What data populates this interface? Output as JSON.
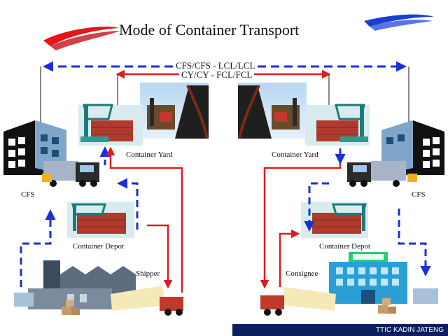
{
  "title": "Mode of Container Transport",
  "routes": {
    "outer": "CFS/CFS - LCL/LCL",
    "inner": "CY/CY - FCL/FCL"
  },
  "labels": {
    "container_yard_left": "Container Yard",
    "container_yard_right": "Container Yard",
    "cfs_left": "CFS",
    "cfs_right": "CFS",
    "container_depot_left": "Container Depot",
    "container_depot_right": "Container Depot",
    "shipper": "Shipper",
    "consignee": "Consignee"
  },
  "footer": "TTIC KADIN JATENG",
  "colors": {
    "lcl_arrow": "#1a2fd8",
    "fcl_arrow": "#e01b1b",
    "footer_bg": "#0a1f5c",
    "swoosh_red": "#e8141a",
    "swoosh_blue": "#1a3fd0"
  },
  "icons": [
    "swoosh-logo-icon",
    "warehouse-icon",
    "truck-icon",
    "crane-icon",
    "ship-icon",
    "factory-icon",
    "office-building-icon",
    "forklift-icon",
    "boxes-icon"
  ]
}
